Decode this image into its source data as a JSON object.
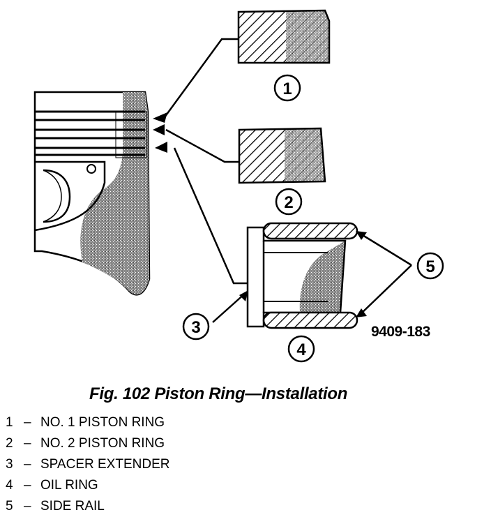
{
  "figure_code": "9409-183",
  "callouts": [
    "1",
    "2",
    "3",
    "4",
    "5"
  ],
  "caption": "Fig. 102 Piston Ring—Installation",
  "legend": [
    {
      "number": "1",
      "separator": "–",
      "label": "NO. 1 PISTON RING"
    },
    {
      "number": "2",
      "separator": "–",
      "label": "NO. 2 PISTON RING"
    },
    {
      "number": "3",
      "separator": "–",
      "label": "SPACER EXTENDER"
    },
    {
      "number": "4",
      "separator": "–",
      "label": "OIL RING"
    },
    {
      "number": "5",
      "separator": "–",
      "label": "SIDE RAIL"
    }
  ]
}
